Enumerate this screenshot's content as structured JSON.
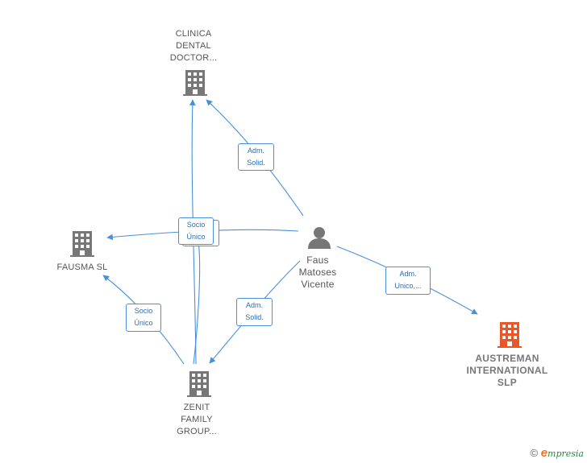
{
  "colors": {
    "edge": "#4a90d9",
    "company": "#777777",
    "highlight": "#e8562a",
    "person": "#777777"
  },
  "nodes": {
    "clinica": {
      "line1": "CLINICA",
      "line2": "DENTAL",
      "line3": "DOCTOR...",
      "icon": "building-icon"
    },
    "fausma": {
      "line1": "FAUSMA SL",
      "icon": "building-icon"
    },
    "zenit": {
      "line1": "ZENIT",
      "line2": "FAMILY",
      "line3": "GROUP...",
      "icon": "building-icon"
    },
    "faus": {
      "line1": "Faus",
      "line2": "Matoses",
      "line3": "Vicente",
      "icon": "person-icon"
    },
    "austreman": {
      "line1": "AUSTREMAN",
      "line2": "INTERNATIONAL",
      "line3": "SLP",
      "icon": "building-icon"
    }
  },
  "edges": {
    "faus_clinica": {
      "line1": "Adm.",
      "line2": "Solid."
    },
    "socio_center": {
      "line1": "Socio",
      "line2": "Único"
    },
    "faus_zenit": {
      "line1": "Adm.",
      "line2": "Solid."
    },
    "zenit_fausma": {
      "line1": "Socio",
      "line2": "Único"
    },
    "faus_austreman": {
      "line1": "Adm.",
      "line2": "Unico,..."
    }
  },
  "footer": {
    "copyright": "©",
    "brand_e": "e",
    "brand_rest": "mpresia"
  }
}
